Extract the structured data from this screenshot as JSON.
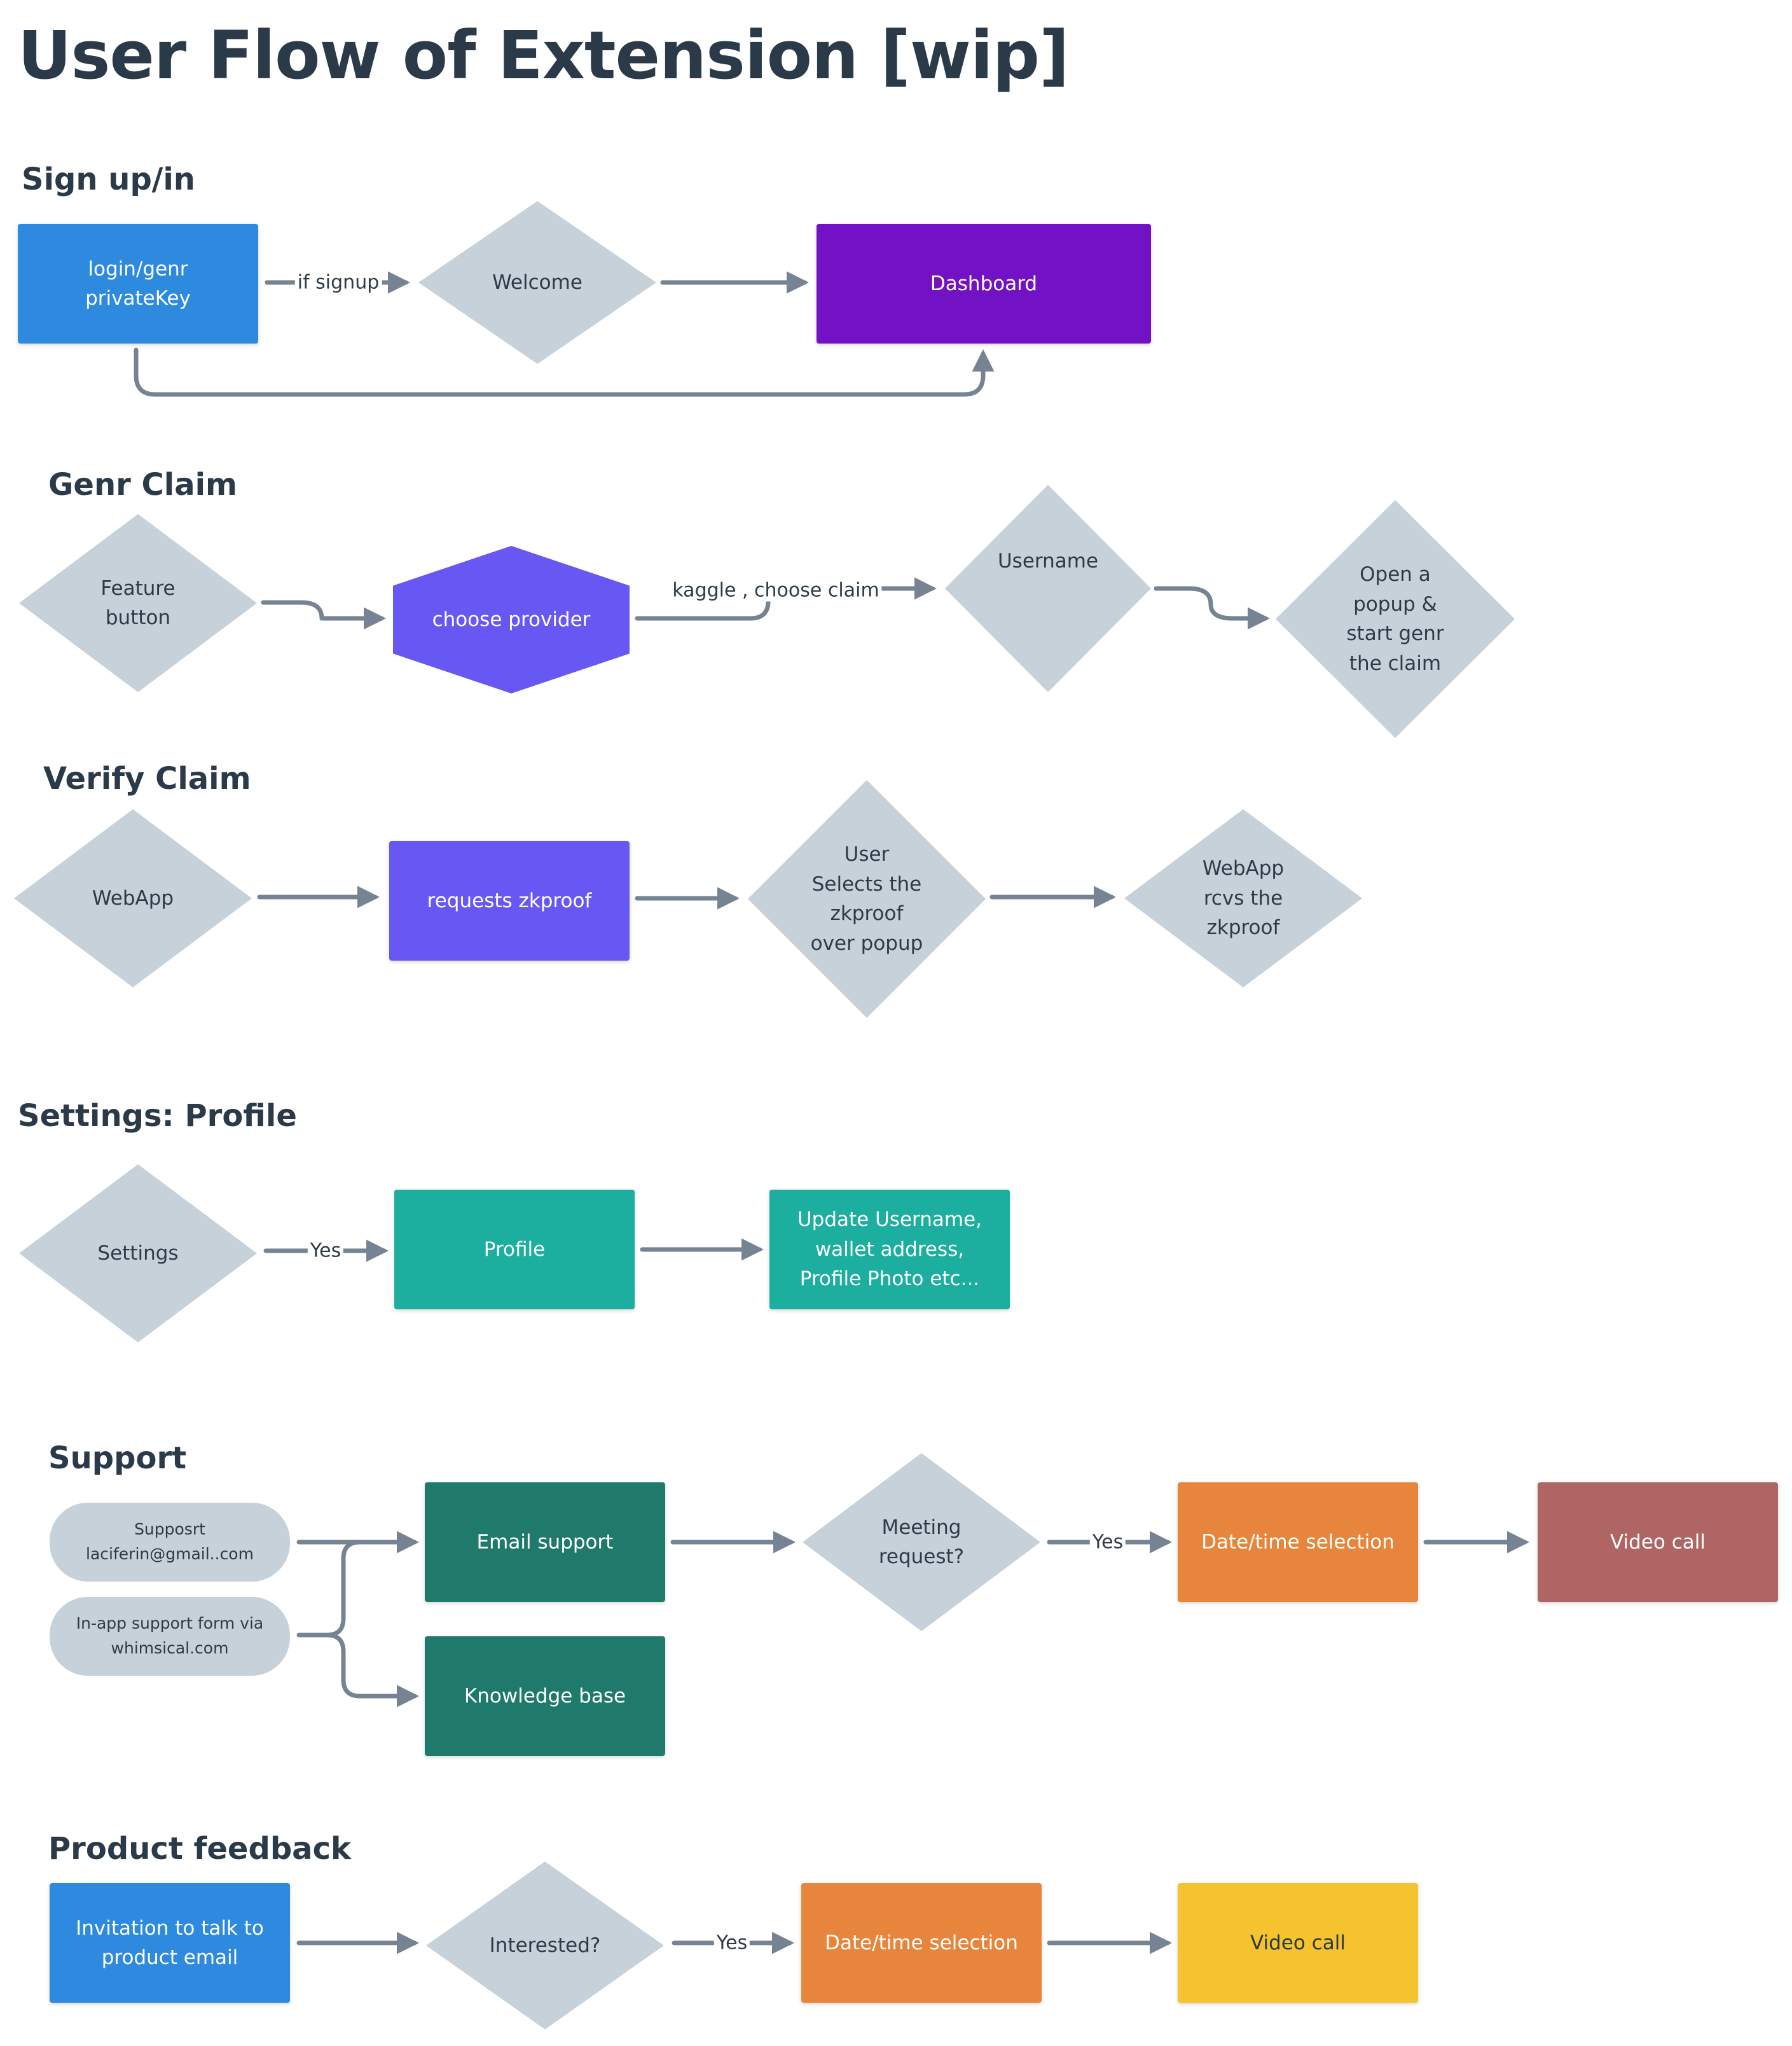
{
  "title": "User Flow of Extension [wip]",
  "colors": {
    "diamond": "#c6d1da",
    "blue": "#2d8ade",
    "purple": "#7212c4",
    "violet": "#6758f4",
    "teal": "#1cae9e",
    "dark_teal": "#1f7a6c",
    "orange": "#e8853c",
    "rose": "#b06565",
    "yellow": "#f5c32d",
    "edge": "#758392",
    "text_dark": "#2b3a48"
  },
  "sections": [
    {
      "key": "signup",
      "title": "Sign up/in"
    },
    {
      "key": "genr",
      "title": "Genr Claim"
    },
    {
      "key": "verify",
      "title": "Verify Claim"
    },
    {
      "key": "settings",
      "title": "Settings: Profile"
    },
    {
      "key": "support",
      "title": "Support"
    },
    {
      "key": "feedback",
      "title": "Product feedback"
    }
  ],
  "nodes": {
    "login": {
      "label": "login/genr\nprivateKey"
    },
    "welcome": {
      "label": "Welcome"
    },
    "dashboard": {
      "label": "Dashboard"
    },
    "feature_button": {
      "label": "Feature\nbutton"
    },
    "choose_provider": {
      "label": "choose provider"
    },
    "username": {
      "label": "Username"
    },
    "open_popup": {
      "label": "Open a\npopup &\nstart genr\nthe claim"
    },
    "webapp": {
      "label": "WebApp"
    },
    "requests_zkproof": {
      "label": "requests zkproof"
    },
    "user_selects": {
      "label": "User\nSelects the\nzkproof\nover popup"
    },
    "webapp_rcvs": {
      "label": "WebApp\nrcvs the\nzkproof"
    },
    "settings": {
      "label": "Settings"
    },
    "profile": {
      "label": "Profile"
    },
    "update_username": {
      "label": "Update Username,\nwallet address,\nProfile Photo etc..."
    },
    "support_email": {
      "label": "Supposrt\nlaciferin@gmail..com"
    },
    "support_form": {
      "label": "In-app support form via\nwhimsical.com"
    },
    "email_support": {
      "label": "Email support"
    },
    "knowledge_base": {
      "label": "Knowledge base"
    },
    "meeting_request": {
      "label": "Meeting\nrequest?"
    },
    "datetime_support": {
      "label": "Date/time selection"
    },
    "video_call_support": {
      "label": "Video call"
    },
    "invitation": {
      "label": "Invitation to talk to\nproduct email"
    },
    "interested": {
      "label": "Interested?"
    },
    "datetime_feedback": {
      "label": "Date/time selection"
    },
    "video_call_feedback": {
      "label": "Video call"
    }
  },
  "edge_labels": {
    "if_signup": "if signup",
    "kaggle": "kaggle , choose claim",
    "yes_settings": "Yes",
    "yes_meeting": "Yes",
    "yes_interested": "Yes"
  }
}
